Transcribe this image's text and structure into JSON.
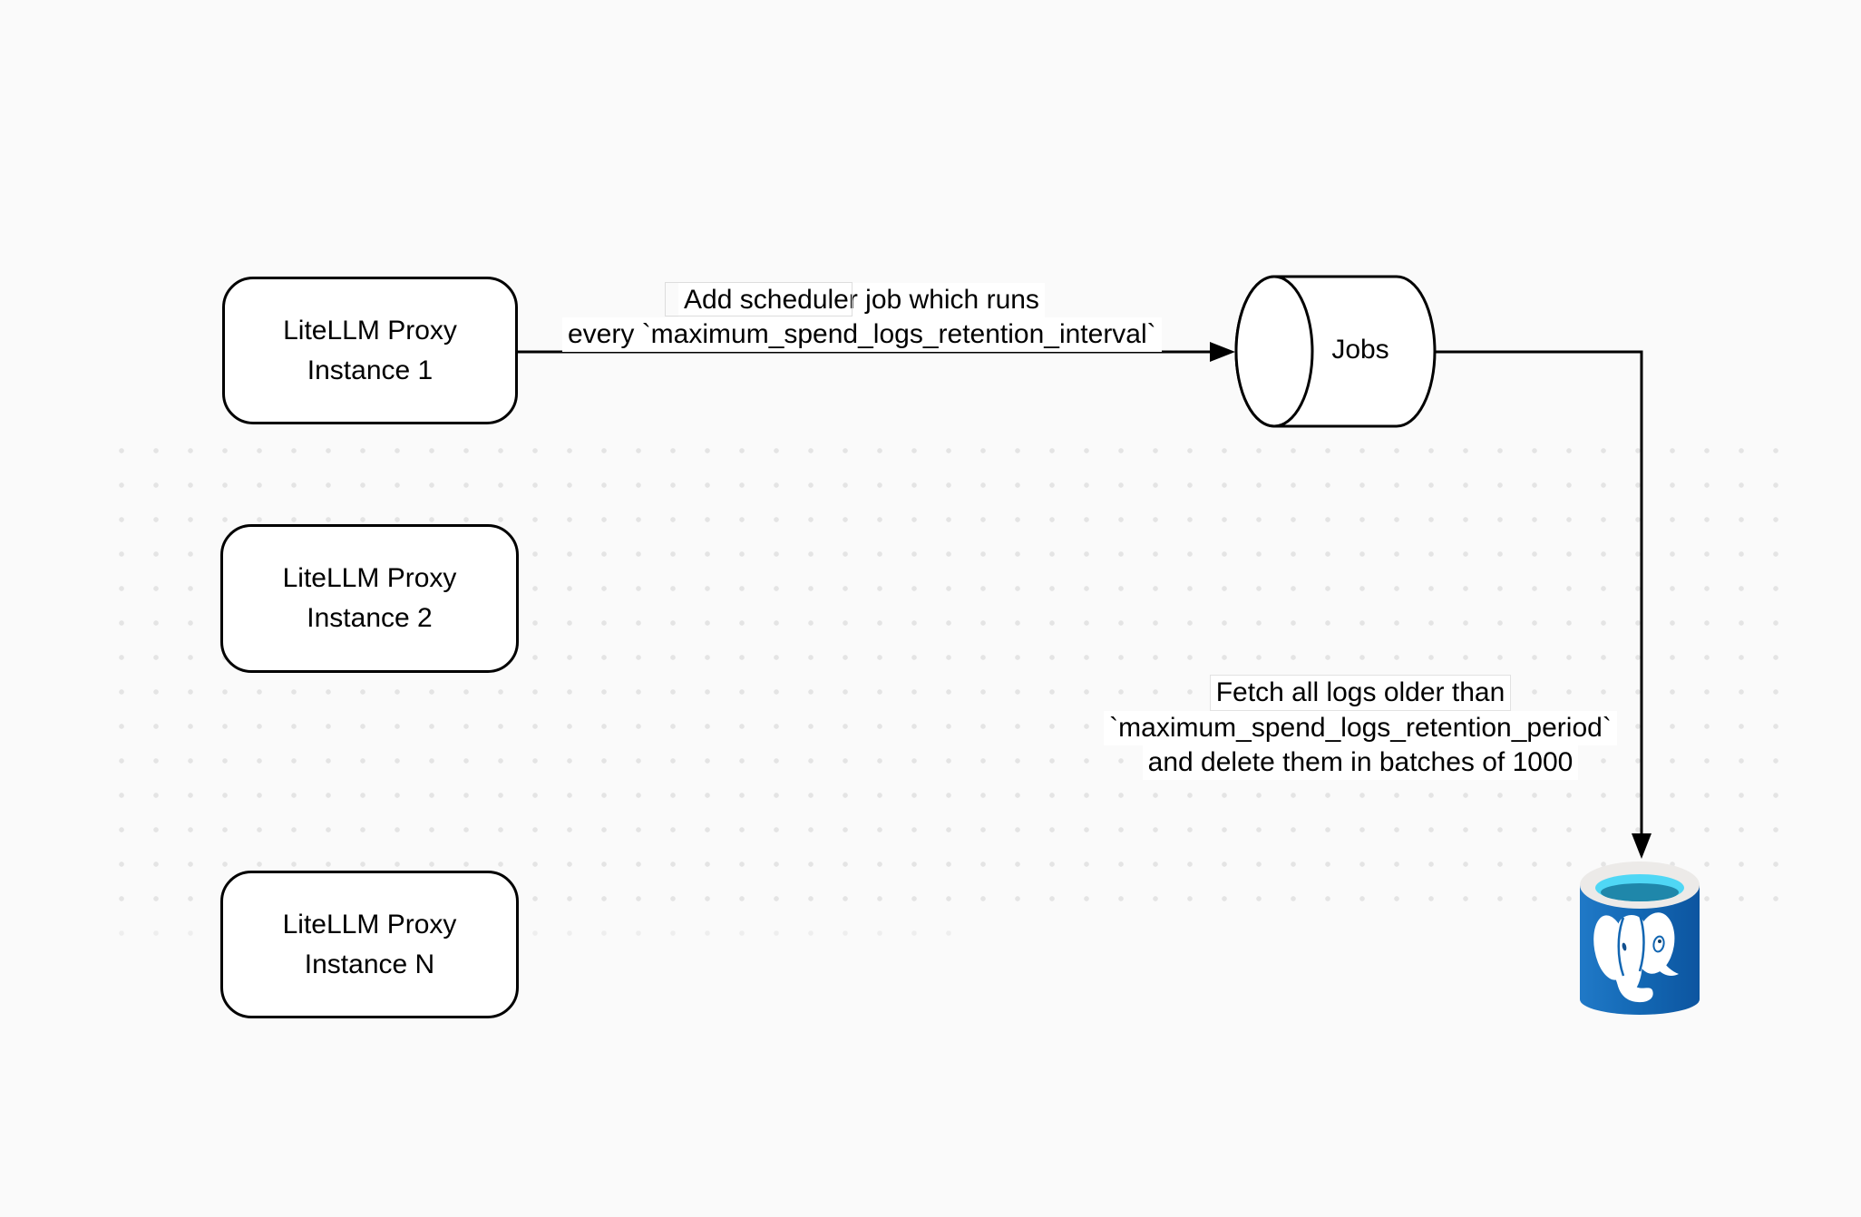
{
  "diagram": {
    "nodes": {
      "instance1": {
        "line1": "LiteLLM Proxy",
        "line2": "Instance 1"
      },
      "instance2": {
        "line1": "LiteLLM Proxy",
        "line2": "Instance 2"
      },
      "instanceN": {
        "line1": "LiteLLM Proxy",
        "line2": "Instance N"
      },
      "jobs": {
        "label": "Jobs"
      },
      "database": {
        "icon": "postgresql-database-icon"
      }
    },
    "edges": {
      "scheduler": {
        "line1": "Add scheduler job which runs",
        "line2": "every `maximum_spend_logs_retention_interval`"
      },
      "fetch": {
        "line1": "Fetch all logs older than",
        "line2": "`maximum_spend_logs_retention_period`",
        "line3": "and delete them in batches of 1000"
      }
    },
    "colors": {
      "background": "#fafafa",
      "node_fill": "#ffffff",
      "stroke": "#000000",
      "dot": "#e4e4e4",
      "pg_body_light": "#2079c7",
      "pg_body_dark": "#0d55a0",
      "pg_rim": "#eceae8",
      "pg_water": "#4fd7f5",
      "pg_water_dark": "#1f87aa",
      "pg_elephant": "#ffffff"
    }
  }
}
